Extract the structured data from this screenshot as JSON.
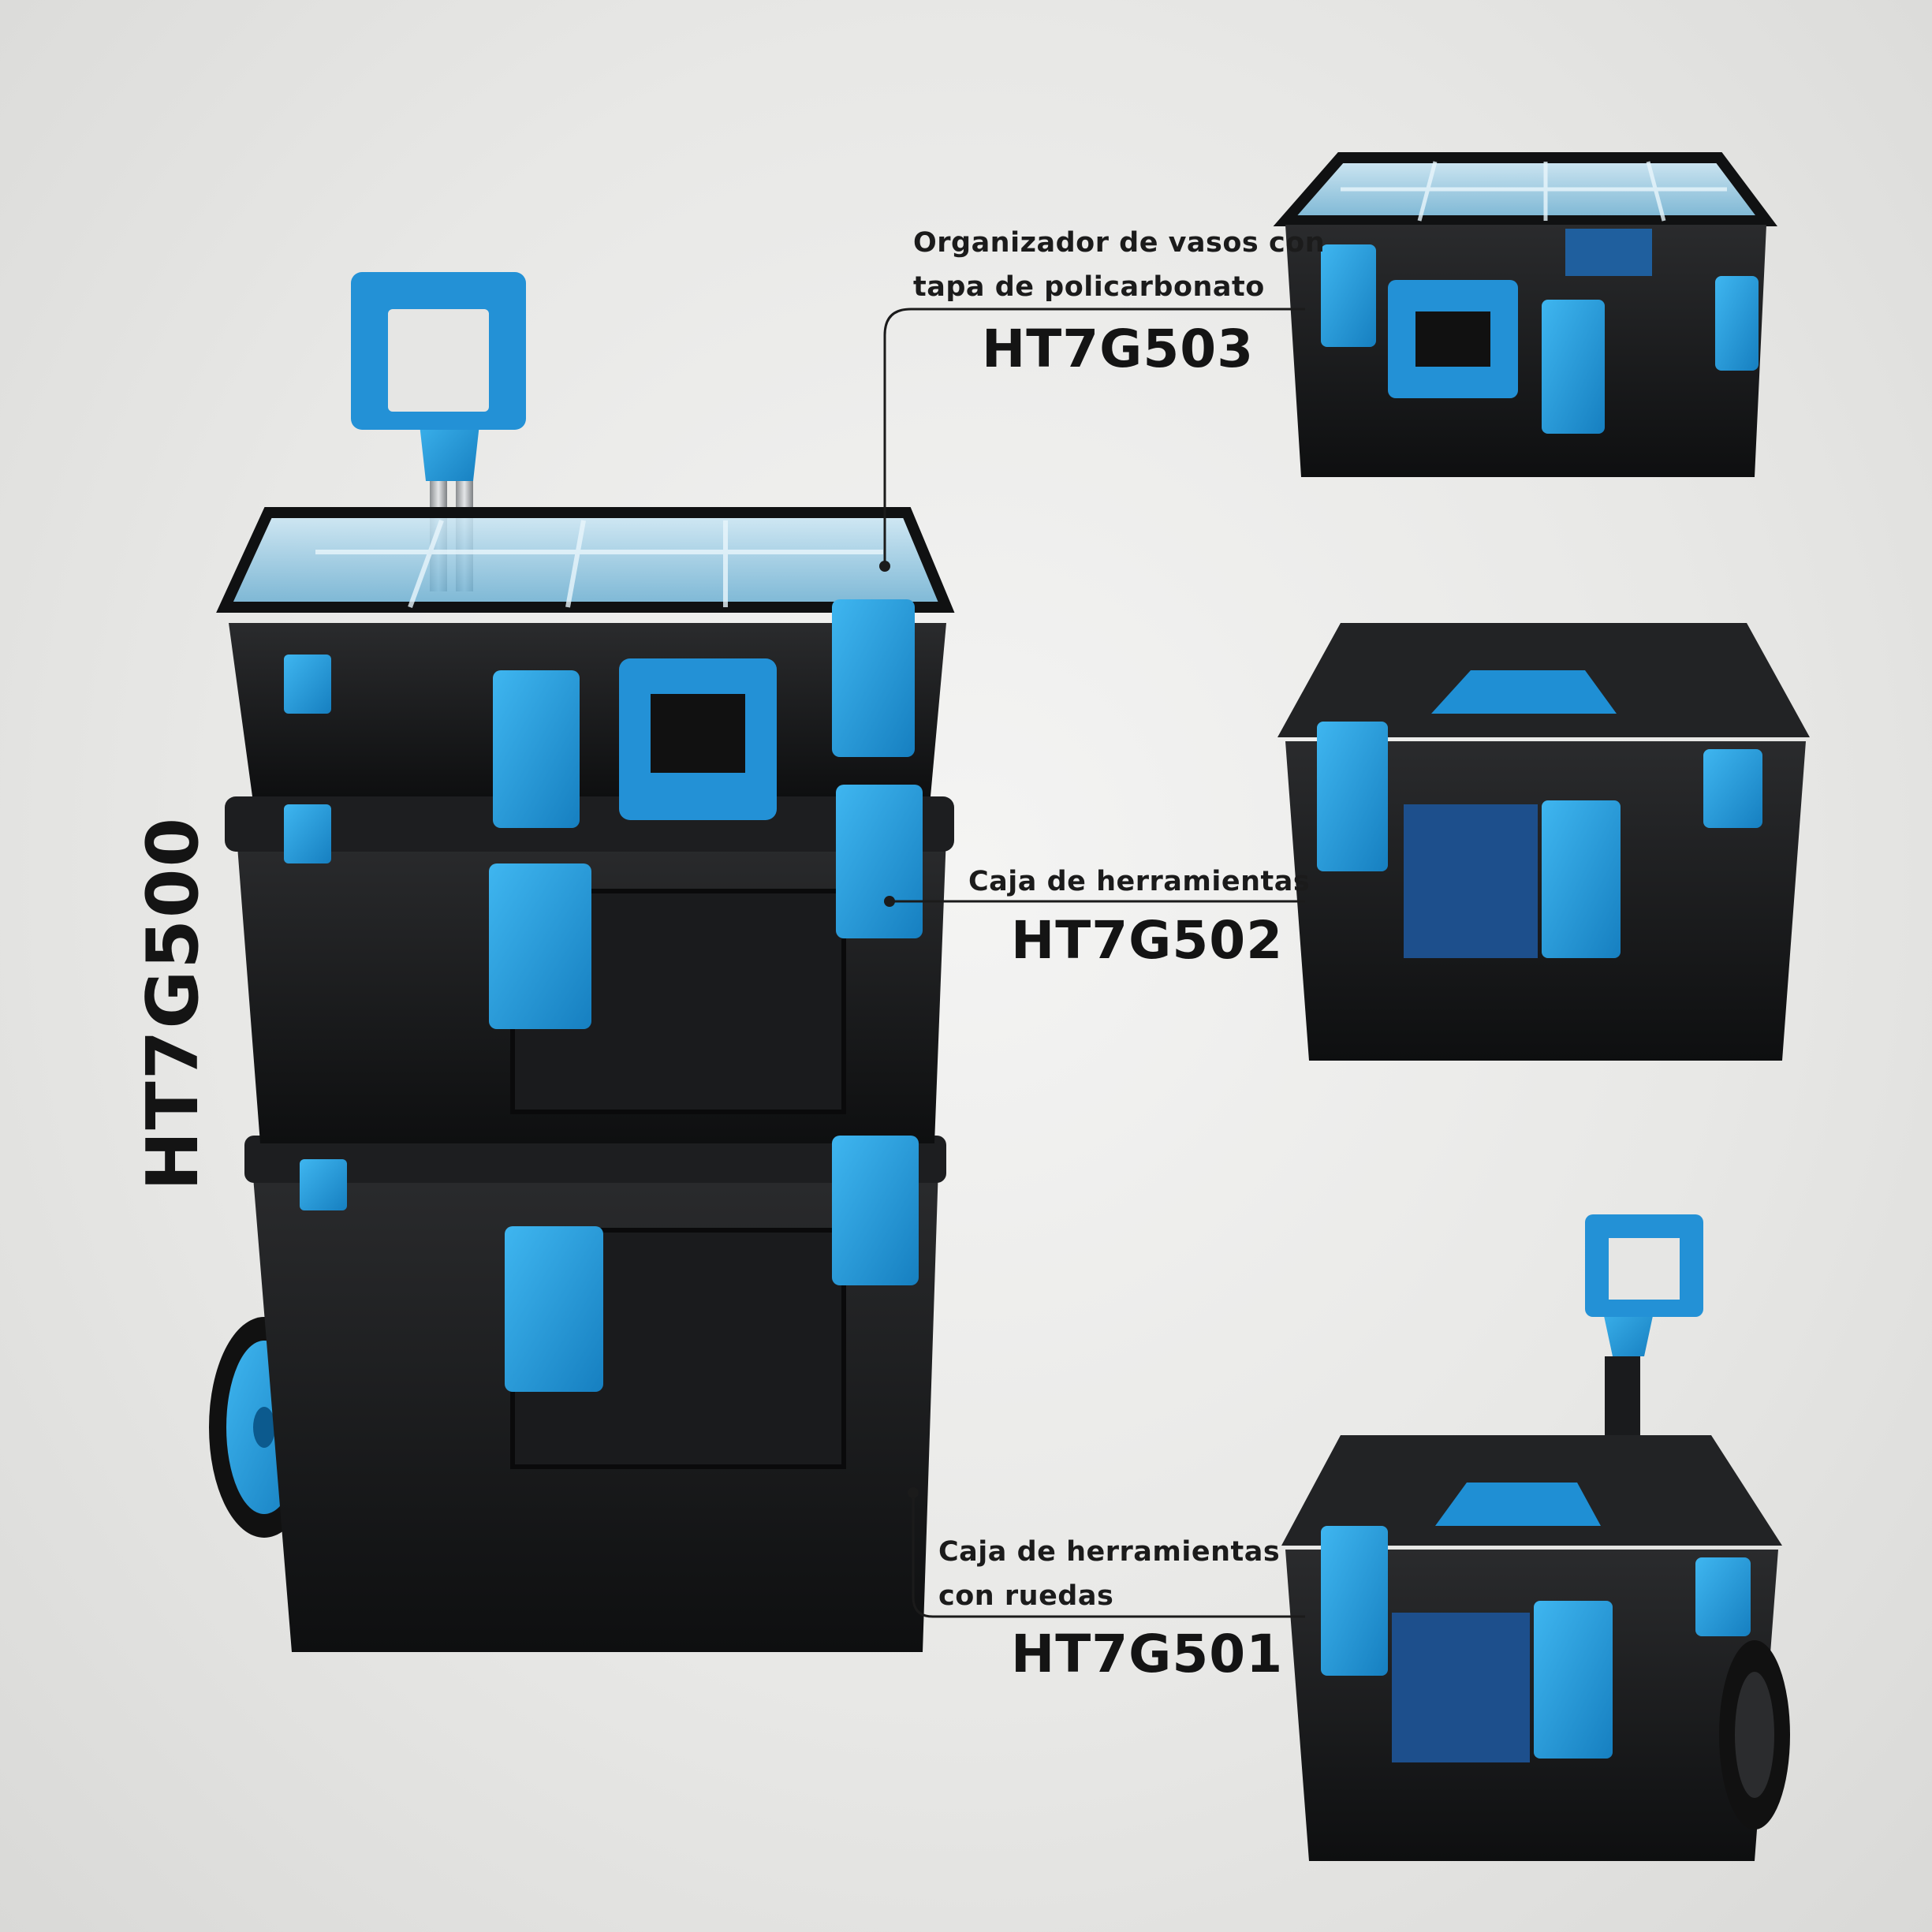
{
  "main_product": {
    "code": "HT7G500"
  },
  "products": [
    {
      "caption_lines": [
        "Organizador de vasos con",
        "tapa de policarbonato"
      ],
      "code": "HT7G503"
    },
    {
      "caption_lines": [
        "Caja de herramientas"
      ],
      "code": "HT7G502"
    },
    {
      "caption_lines": [
        "Caja de herramientas",
        "con ruedas"
      ],
      "code": "HT7G501"
    }
  ],
  "colors": {
    "accent_blue": "#1e9fe0",
    "case_black": "#151617",
    "background": "#e9e9e7",
    "text": "#141414"
  },
  "icons": [
    "telescopic-handle-icon",
    "wheel-icon",
    "latch-icon"
  ]
}
